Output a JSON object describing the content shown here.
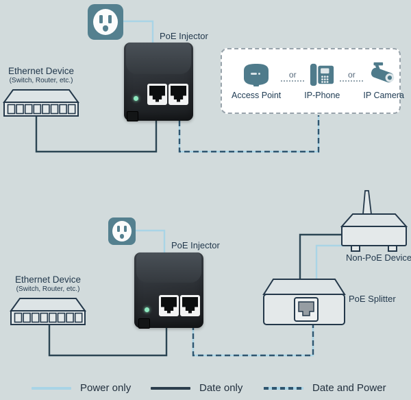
{
  "top": {
    "injector_label": "PoE Injector",
    "ethernet_title": "Ethernet Device",
    "ethernet_subtitle": "(Switch, Router, etc.)",
    "box": {
      "separator": "or",
      "items": [
        {
          "label": "Access Point"
        },
        {
          "label": "IP-Phone"
        },
        {
          "label": "IP Camera"
        }
      ]
    }
  },
  "bottom": {
    "injector_label": "PoE Injector",
    "ethernet_title": "Ethernet Device",
    "ethernet_subtitle": "(Switch, Router, etc.)",
    "non_poe_label": "Non-PoE Device",
    "splitter_label": "PoE Splitter"
  },
  "legend": {
    "power_label": "Power only",
    "data_label": "Date only",
    "data_power_label": "Date and Power"
  },
  "colors": {
    "background": "#d2dbdc",
    "power_line": "#a9d4e6",
    "data_line": "#2b4553",
    "data_power_dash": "#2f5670",
    "accent_teal": "#54808f",
    "icon_teal": "#4f7b8b",
    "text": "#22384c"
  }
}
